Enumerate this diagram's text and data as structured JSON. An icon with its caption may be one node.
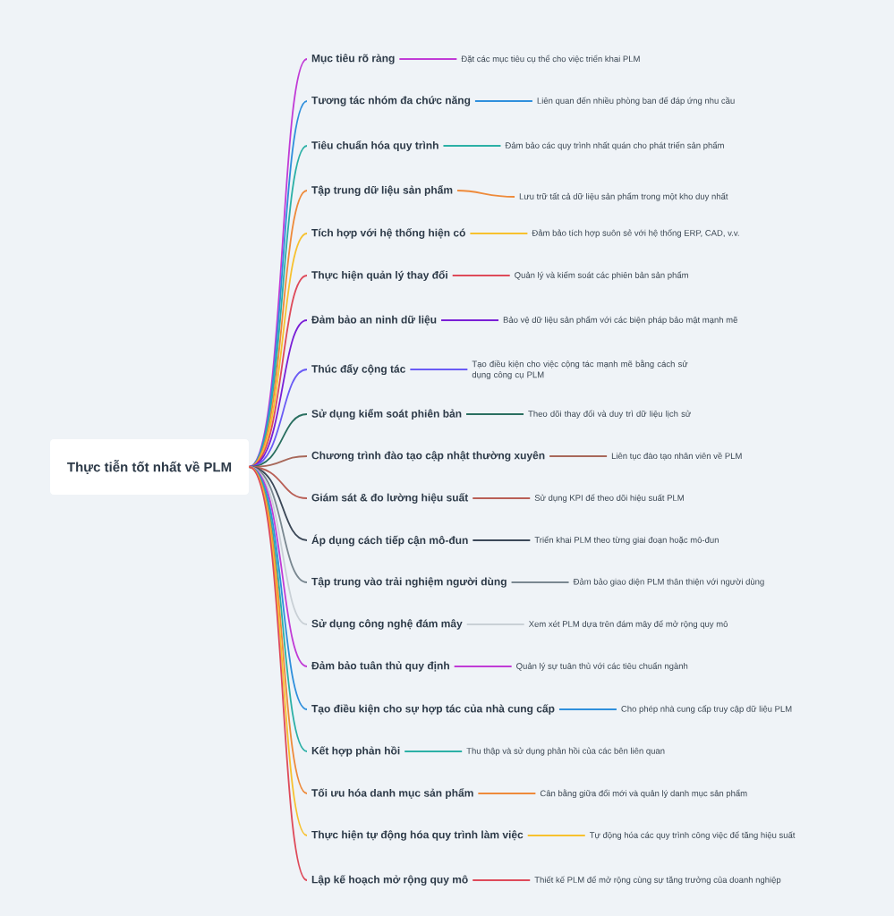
{
  "diagram": {
    "nodes": [
      {
        "text": [
          "Thực tiễn tốt nhất về PLM"
        ]
      },
      {
        "text": [
          "Mục tiêu rõ ràng"
        ]
      },
      {
        "text": [
          "Đặt các mục tiêu cụ thể cho việc triển khai PLM"
        ]
      },
      {
        "text": [
          "Tương tác nhóm đa chức năng"
        ]
      },
      {
        "text": [
          "Liên quan đến nhiều phòng ban để đáp ứng nhu cầu"
        ]
      },
      {
        "text": [
          "Tiêu chuẩn hóa quy trình"
        ]
      },
      {
        "text": [
          "Đảm bảo các quy trình nhất quán cho phát triển sản phẩm"
        ]
      },
      {
        "text": [
          "Tập trung dữ liệu sản phẩm"
        ]
      },
      {
        "text": [
          "Lưu trữ tất cả dữ liệu sản phẩm trong một kho duy nhất"
        ]
      },
      {
        "text": [
          "Tích hợp với hệ thống hiện có"
        ]
      },
      {
        "text": [
          "Đảm bảo tích hợp suôn sẻ với hệ thống ERP, CAD, v.v."
        ]
      },
      {
        "text": [
          "Thực hiện quản lý thay đổi"
        ]
      },
      {
        "text": [
          "Quản lý và kiểm soát các phiên bản sản phẩm"
        ]
      },
      {
        "text": [
          "Đảm bảo an ninh dữ liệu"
        ]
      },
      {
        "text": [
          "Bảo vệ dữ liệu sản phẩm với các biện pháp bảo mật mạnh mẽ"
        ]
      },
      {
        "text": [
          "Thúc đẩy cộng tác"
        ]
      },
      {
        "text": [
          "Tạo điều kiện cho việc cộng tác mạnh mẽ bằng cách sử dụng công cụ PLM"
        ]
      },
      {
        "text": [
          "Sử dụng kiểm soát phiên bản"
        ]
      },
      {
        "text": [
          "Theo dõi thay đổi và duy trì dữ liệu lịch sử"
        ]
      },
      {
        "text": [
          "Chương trình đào tạo cập nhật thường xuyên"
        ]
      },
      {
        "text": [
          "Liên tục đào tạo nhân viên về PLM"
        ]
      },
      {
        "text": [
          "Giám sát & đo lường hiệu suất"
        ]
      },
      {
        "text": [
          "Sử dụng KPI để theo dõi hiệu suất PLM"
        ]
      },
      {
        "text": [
          "Áp dụng cách tiếp cận mô-đun"
        ]
      },
      {
        "text": [
          "Triển khai PLM theo từng giai đoạn hoặc mô-đun"
        ]
      },
      {
        "text": [
          "Tập trung vào trải nghiệm người dùng"
        ]
      },
      {
        "text": [
          "Đảm bảo giao diện PLM thân thiện với người dùng"
        ]
      },
      {
        "text": [
          "Sử dụng công nghệ đám mây"
        ]
      },
      {
        "text": [
          "Xem xét PLM dựa trên đám mây để mở rộng quy mô"
        ]
      },
      {
        "text": [
          "Đảm bảo tuân thủ quy định"
        ]
      },
      {
        "text": [
          "Quản lý sự tuân thủ với các tiêu chuẩn ngành"
        ]
      },
      {
        "text": [
          "Tạo điều kiện cho sự hợp tác của nhà cung cấp"
        ]
      },
      {
        "text": [
          "Cho phép nhà cung cấp truy cập dữ liệu PLM"
        ]
      },
      {
        "text": [
          "Kết hợp phản hồi"
        ]
      },
      {
        "text": [
          "Thu thập và sử dụng phản hồi của các bên liên quan"
        ]
      },
      {
        "text": [
          "Tối ưu hóa danh mục sản phẩm"
        ]
      },
      {
        "text": [
          "Cân bằng giữa đổi mới và quản lý danh mục sản phẩm"
        ]
      },
      {
        "text": [
          "Thực hiện tự động hóa quy trình làm việc"
        ]
      },
      {
        "text": [
          "Tự động hóa các quy trình công việc để tăng hiệu suất"
        ]
      },
      {
        "text": [
          "Lập kế hoạch mở rộng quy mô"
        ]
      },
      {
        "text": [
          "Thiết kế PLM để mở rộng cùng sự tăng trưởng của doanh nghiệp"
        ]
      }
    ],
    "edges": [
      {
        "from": 0,
        "to": 1,
        "arrow": "none",
        "color": "#c13bd6"
      },
      {
        "from": 1,
        "to": 2,
        "arrow": "none",
        "color": "#c13bd6"
      },
      {
        "from": 0,
        "to": 3,
        "arrow": "none",
        "color": "#2f8fdc"
      },
      {
        "from": 3,
        "to": 4,
        "arrow": "none",
        "color": "#2f8fdc"
      },
      {
        "from": 0,
        "to": 5,
        "arrow": "none",
        "color": "#2bb0a6"
      },
      {
        "from": 5,
        "to": 6,
        "arrow": "none",
        "color": "#2bb0a6"
      },
      {
        "from": 0,
        "to": 7,
        "arrow": "none",
        "color": "#ee8a3a"
      },
      {
        "from": 7,
        "to": 8,
        "arrow": "none",
        "color": "#ee8a3a"
      },
      {
        "from": 0,
        "to": 9,
        "arrow": "none",
        "color": "#f7c12e"
      },
      {
        "from": 9,
        "to": 10,
        "arrow": "none",
        "color": "#f7c12e"
      },
      {
        "from": 0,
        "to": 11,
        "arrow": "none",
        "color": "#de4a5a"
      },
      {
        "from": 11,
        "to": 12,
        "arrow": "none",
        "color": "#de4a5a"
      },
      {
        "from": 0,
        "to": 13,
        "arrow": "none",
        "color": "#7a1fd6"
      },
      {
        "from": 13,
        "to": 14,
        "arrow": "none",
        "color": "#7a1fd6"
      },
      {
        "from": 0,
        "to": 15,
        "arrow": "none",
        "color": "#6a5cf5"
      },
      {
        "from": 15,
        "to": 16,
        "arrow": "none",
        "color": "#6a5cf5"
      },
      {
        "from": 0,
        "to": 17,
        "arrow": "none",
        "color": "#2a6f60"
      },
      {
        "from": 17,
        "to": 18,
        "arrow": "none",
        "color": "#2a6f60"
      },
      {
        "from": 0,
        "to": 19,
        "arrow": "none",
        "color": "#a8685a"
      },
      {
        "from": 19,
        "to": 20,
        "arrow": "none",
        "color": "#a8685a"
      },
      {
        "from": 0,
        "to": 21,
        "arrow": "none",
        "color": "#b95f56"
      },
      {
        "from": 21,
        "to": 22,
        "arrow": "none",
        "color": "#b95f56"
      },
      {
        "from": 0,
        "to": 23,
        "arrow": "none",
        "color": "#3c4858"
      },
      {
        "from": 23,
        "to": 24,
        "arrow": "none",
        "color": "#3c4858"
      },
      {
        "from": 0,
        "to": 25,
        "arrow": "none",
        "color": "#7a8891"
      },
      {
        "from": 25,
        "to": 26,
        "arrow": "none",
        "color": "#7a8891"
      },
      {
        "from": 0,
        "to": 27,
        "arrow": "none",
        "color": "#c9d0d6"
      },
      {
        "from": 27,
        "to": 28,
        "arrow": "none",
        "color": "#c9d0d6"
      },
      {
        "from": 0,
        "to": 29,
        "arrow": "none",
        "color": "#c13bd6"
      },
      {
        "from": 29,
        "to": 30,
        "arrow": "none",
        "color": "#c13bd6"
      },
      {
        "from": 0,
        "to": 31,
        "arrow": "none",
        "color": "#2f8fdc"
      },
      {
        "from": 31,
        "to": 32,
        "arrow": "none",
        "color": "#2f8fdc"
      },
      {
        "from": 0,
        "to": 33,
        "arrow": "none",
        "color": "#2bb0a6"
      },
      {
        "from": 33,
        "to": 34,
        "arrow": "none",
        "color": "#2bb0a6"
      },
      {
        "from": 0,
        "to": 35,
        "arrow": "none",
        "color": "#ee8a3a"
      },
      {
        "from": 35,
        "to": 36,
        "arrow": "none",
        "color": "#ee8a3a"
      },
      {
        "from": 0,
        "to": 37,
        "arrow": "none",
        "color": "#f7c12e"
      },
      {
        "from": 37,
        "to": 38,
        "arrow": "none",
        "color": "#f7c12e"
      },
      {
        "from": 0,
        "to": 39,
        "arrow": "none",
        "color": "#de4a5a"
      },
      {
        "from": 39,
        "to": 40,
        "arrow": "none",
        "color": "#de4a5a"
      }
    ]
  }
}
